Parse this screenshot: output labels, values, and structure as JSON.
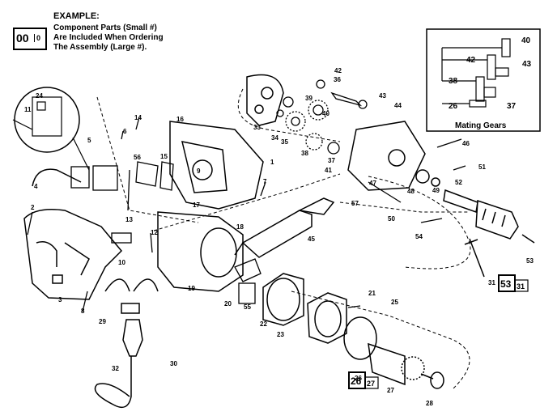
{
  "example": {
    "title": "EXAMPLE:",
    "line1": "Component Parts (Small #)",
    "line2": "Are Included When Ordering",
    "line3": "The Assembly (Large #).",
    "box_large": "00",
    "box_small": "0"
  },
  "mating_gears": {
    "title": "Mating Gears",
    "labels": [
      "40",
      "42",
      "43",
      "38",
      "26",
      "37"
    ]
  },
  "assemblies": [
    {
      "large": "53",
      "small": "31"
    },
    {
      "large": "26",
      "small": "27"
    }
  ],
  "part_labels": [
    "24",
    "11",
    "14",
    "16",
    "6",
    "5",
    "56",
    "15",
    "9",
    "13",
    "17",
    "12",
    "7",
    "4",
    "2",
    "10",
    "18",
    "19",
    "20",
    "3",
    "8",
    "1",
    "29",
    "30",
    "32",
    "45",
    "46",
    "44",
    "43",
    "36",
    "39",
    "42",
    "40",
    "33",
    "34",
    "35",
    "38",
    "37",
    "41",
    "47",
    "48",
    "49",
    "51",
    "52",
    "50",
    "54",
    "53",
    "31",
    "57",
    "55",
    "22",
    "23",
    "21",
    "25",
    "26",
    "27",
    "28"
  ]
}
